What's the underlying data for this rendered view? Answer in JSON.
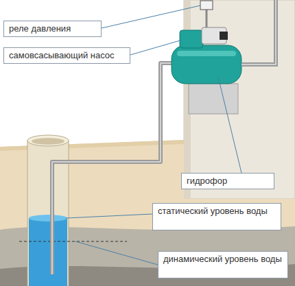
{
  "diagram": {
    "nodes": [
      {
        "text": [
          "реле давления"
        ]
      },
      {
        "text": [
          "самовсасывающий насос"
        ]
      },
      {
        "text": [
          "гидрофор"
        ]
      },
      {
        "text": [
          "статический уровень воды"
        ]
      },
      {
        "text": [
          "динамический уровень воды"
        ]
      }
    ]
  }
}
